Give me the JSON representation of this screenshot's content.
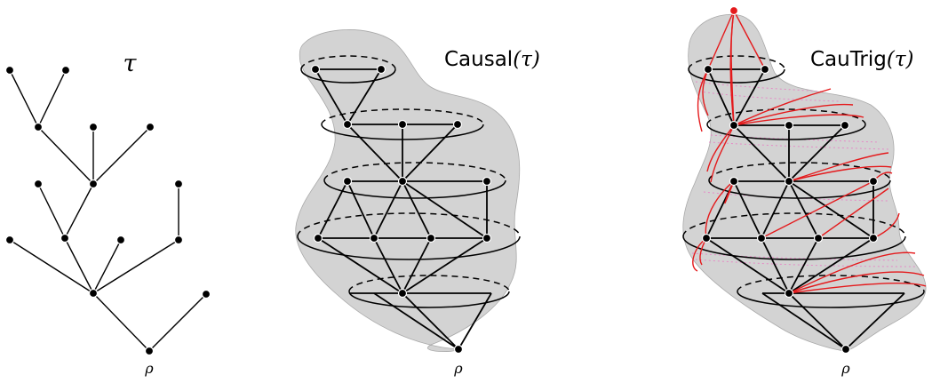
{
  "tree_panel": {
    "title": "τ",
    "root_label": "ρ"
  },
  "causal_panel": {
    "title_name": "Causal",
    "title_arg": "(τ)",
    "root_label": "ρ"
  },
  "cautrig_panel": {
    "title_name": "CauTrig",
    "title_arg": "(τ)",
    "root_label": "ρ"
  },
  "colors": {
    "edge": "#000000",
    "node": "#000000",
    "surface": "#d3d3d3",
    "red": "#e41a1c",
    "pink_dotted": "#e58ac6"
  }
}
